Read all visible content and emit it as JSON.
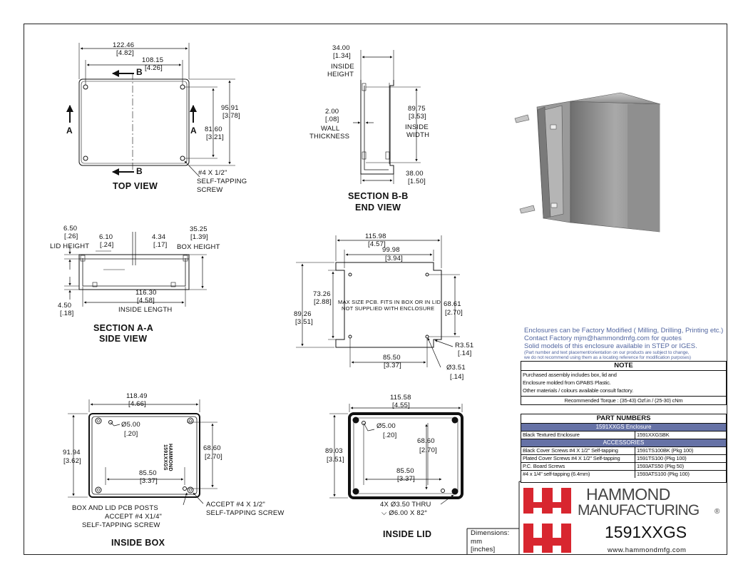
{
  "views": {
    "top": {
      "title": "TOP VIEW",
      "dims": [
        "122.46",
        "[4.82]",
        "108.15",
        "[4.26]",
        "95.91",
        "[3.78]",
        "81.60",
        "[3.21]"
      ],
      "section_marks": {
        "a": "A",
        "b": "B"
      },
      "screw_note": [
        "#4 X 1/2\"",
        "SELF-TAPPING",
        "SCREW"
      ]
    },
    "section_bb": {
      "title": [
        "SECTION B-B",
        "END VIEW"
      ],
      "height": [
        "34.00",
        "[1.34]",
        "INSIDE",
        "HEIGHT"
      ],
      "wall": [
        "2.00",
        "[.08]",
        "WALL",
        "THICKNESS"
      ],
      "width": [
        "89.75",
        "[3.53]",
        "INSIDE",
        "WIDTH"
      ],
      "bottom": [
        "38.00",
        "[1.50]"
      ]
    },
    "section_aa": {
      "title": [
        "SECTION A-A",
        "SIDE VIEW"
      ],
      "lid": [
        "6.50",
        "[.26]",
        "LID HEIGHT"
      ],
      "d1": [
        "6.10",
        "[.24]"
      ],
      "d2": [
        "4.34",
        "[.17]"
      ],
      "box": [
        "35.25",
        "[1.39]",
        "BOX HEIGHT"
      ],
      "len": [
        "116.30",
        "[4.58]",
        "INSIDE LENGTH"
      ],
      "base": [
        "4.50",
        "[.18]"
      ]
    },
    "pcb": {
      "dims": [
        "115.98",
        "[4.57]",
        "99.98",
        "[3.94]",
        "73.26",
        "[2.88]",
        "89.26",
        "[3.51]",
        "68.61",
        "[2.70]",
        "85.50",
        "[3.37]",
        "R3.51",
        "[.14]",
        "Ø3.51",
        "[.14]"
      ],
      "note": [
        "MAX SIZE PCB. FITS IN BOX OR IN LID",
        "NOT SUPPLIED WITH ENCLOSURE"
      ]
    },
    "inside_box": {
      "title": "INSIDE BOX",
      "dims": [
        "118.49",
        "[4.66]",
        "Ø5.00",
        "[.20]",
        "91.94",
        "[3.62]",
        "68.60",
        "[2.70]",
        "85.50",
        "[3.37]"
      ],
      "notes": [
        "BOX AND LID PCB POSTS",
        "ACCEPT #4 X1/4\"",
        "SELF-TAPPING SCREW",
        "ACCEPT #4 X 1/2\"",
        "SELF-TAPPING SCREW"
      ],
      "emboss": "HAMMOND\n1591XXGS"
    },
    "inside_lid": {
      "title": "INSIDE LID",
      "dims": [
        "115.58",
        "[4.55]",
        "Ø5.00",
        "[.20]",
        "89.03",
        "[3.51]",
        "68.60",
        "[2.70]",
        "85.50",
        "[3.37]"
      ],
      "notes": [
        "4X Ø3.50 THRU",
        "⌵ Ø6.00 X 82°"
      ]
    }
  },
  "info": {
    "lines": [
      "Enclosures can be Factory Modified ( Milling, Drilling, Printing etc.)",
      "Contact Factory      mjm@hammondmfg.com for quotes",
      "Solid models of this enclosure available in STEP or IGES."
    ],
    "fine": [
      "(Part number and text placement/orientation on our products are subject to change,",
      "we do not recommend using them as a locating reference for modification purposes)"
    ]
  },
  "note": {
    "title": "NOTE",
    "lines": [
      "Purchased assembly includes box, lid and",
      "Enclosure molded from GPABS Plastic.",
      "Other materials / colours available consult factory."
    ],
    "torque": "Recommended Torque : (35-43) Ozf.in / (25-30) cNm"
  },
  "parts": {
    "title": "PART NUMBERS",
    "bar1": "1591XXGS Enclosure",
    "rows1": [
      [
        "Black Textured Enclosure",
        "1591XXGSBK"
      ]
    ],
    "bar2": "ACCESSORIES",
    "rows2": [
      [
        "Black Cover Screws #4 X 1/2\" Self-tapping",
        "1591TS100BK (Pkg 100)"
      ],
      [
        "Plated Cover Screws #4 X 1/2\" Self-tapping",
        "1591TS100 (Pkg 100)"
      ],
      [
        "P.C. Board Screws",
        "1593ATS50 (Pkg 50)"
      ],
      [
        "#4 x 1/4\" self-tapping (6.4mm)",
        "1593ATS100 (Pkg 100)"
      ]
    ]
  },
  "logo": {
    "line1": "HAMMOND",
    "line2": "MANUFACTURING",
    "reg": "®",
    "model": "1591XXGS",
    "url": "www.hammondmfg.com",
    "red": "#d8262f"
  },
  "units": [
    "Dimensions:",
    "mm",
    "[inches]"
  ]
}
